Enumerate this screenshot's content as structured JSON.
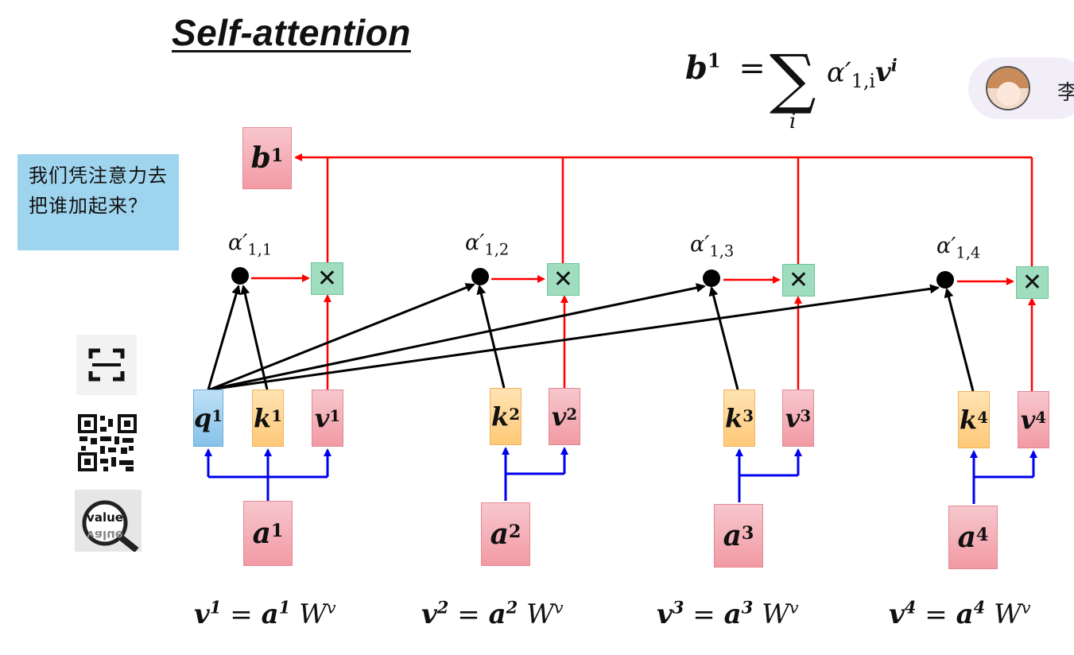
{
  "title": "Self-attention",
  "formula": {
    "lhs": "b",
    "lhs_sup": "1",
    "equals": "=",
    "sigma": "∑",
    "sigma_sub": "i",
    "term": "α′",
    "term_sub": "1,i",
    "term_v": "v",
    "term_v_sup": "i"
  },
  "badge": {
    "name": "李"
  },
  "note": {
    "text": "我们凭注意力去把谁加起来？"
  },
  "icons": {
    "scan": "scan-icon",
    "qr": "qr-code-icon",
    "value": "value-magnifier-icon"
  },
  "output": {
    "label": "b",
    "sup": "1"
  },
  "columns": [
    {
      "alpha": "α′",
      "alpha_sub": "1,1",
      "q": "q",
      "k": "k",
      "v": "v",
      "a": "a",
      "idx": "1",
      "mult": "✕"
    },
    {
      "alpha": "α′",
      "alpha_sub": "1,2",
      "k": "k",
      "v": "v",
      "a": "a",
      "idx": "2",
      "mult": "✕"
    },
    {
      "alpha": "α′",
      "alpha_sub": "1,3",
      "k": "k",
      "v": "v",
      "a": "a",
      "idx": "3",
      "mult": "✕"
    },
    {
      "alpha": "α′",
      "alpha_sub": "1,4",
      "k": "k",
      "v": "v",
      "a": "a",
      "idx": "4",
      "mult": "✕"
    }
  ],
  "equations": [
    {
      "v": "v",
      "sup": "1",
      "eq": "=",
      "a": "a",
      "w": "W",
      "w_sup": "v"
    },
    {
      "v": "v",
      "sup": "2",
      "eq": "=",
      "a": "a",
      "w": "W",
      "w_sup": "v"
    },
    {
      "v": "v",
      "sup": "3",
      "eq": "=",
      "a": "a",
      "w": "W",
      "w_sup": "v"
    },
    {
      "v": "v",
      "sup": "4",
      "eq": "=",
      "a": "a",
      "w": "W",
      "w_sup": "v"
    }
  ],
  "colors": {
    "red_arrow": "#ff0000",
    "blue_arrow": "#0000ee",
    "black_arrow": "#000000"
  }
}
